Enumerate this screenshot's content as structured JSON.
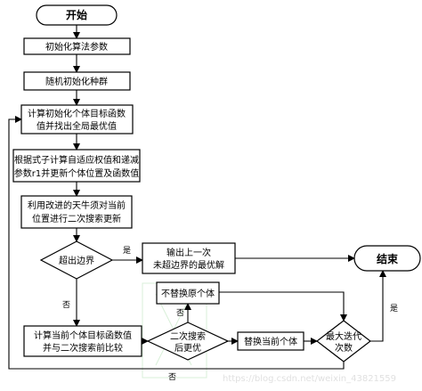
{
  "nodes": {
    "start": "开始",
    "init_params": "初始化算法参数",
    "init_pop": "随机初始化种群",
    "fitness_line1": "计算初始化个体目标函数",
    "fitness_line2": "值并找出全局最优值",
    "update_line1": "根据式子计算自适应权值和递减",
    "update_line2": "参数r1并更新个体位置及函数值",
    "beetle_line1": "利用改进的天牛须对当前",
    "beetle_line2": "位置进行二次搜索更新",
    "out_of_bounds": "超出边界",
    "output_line1": "输出上一次",
    "output_line2": "未超边界的最优解",
    "end": "结束",
    "no_replace": "不替换原个体",
    "compare_line1": "计算当前个体目标函数值",
    "compare_line2": "并与二次搜索前比较",
    "second_search_line1": "二次搜索",
    "second_search_line2": "后更优",
    "replace": "替换当前个体",
    "max_iter_line1": "最大迭代",
    "max_iter_line2": "次数"
  },
  "edges": {
    "oob_yes": "是",
    "oob_no": "否",
    "better_no": "否",
    "max_yes": "是",
    "max_no": "否"
  },
  "watermark": "https://blog.csdn.net/weixin_43821559"
}
